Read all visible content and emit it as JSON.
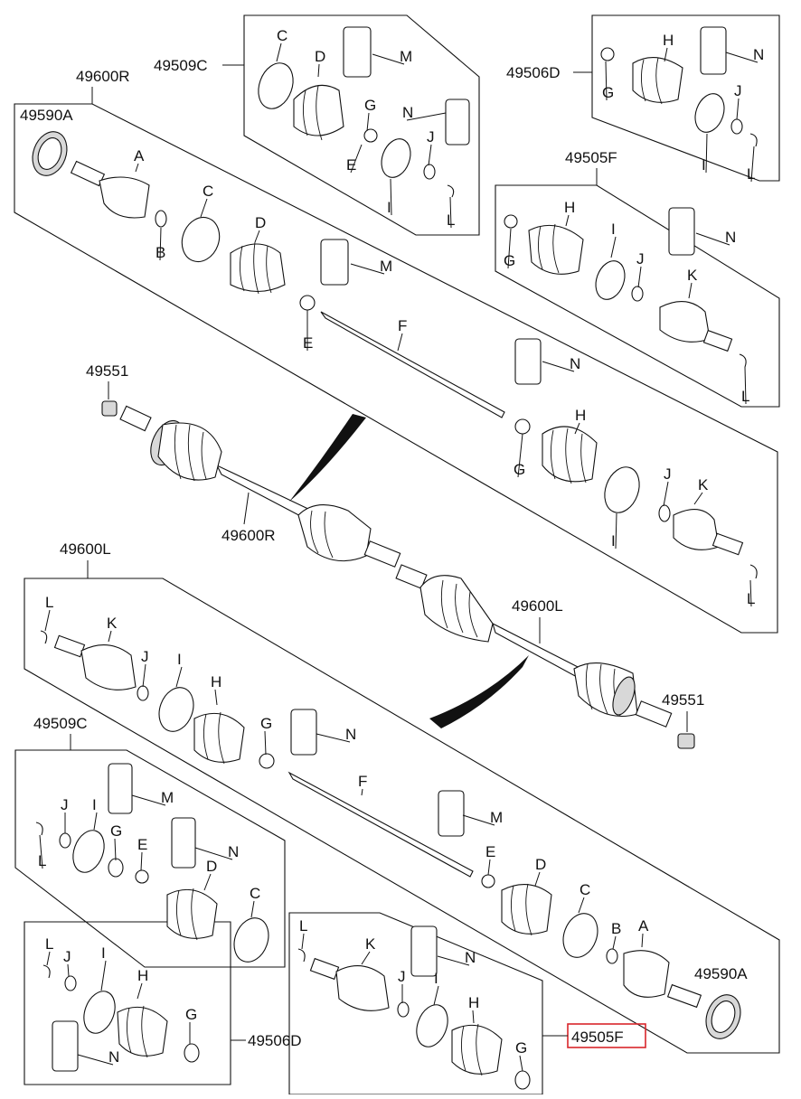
{
  "diagram": {
    "labels": {
      "code_49600R_top": "49600R",
      "code_49590A_top": "49590A",
      "code_49509C_top": "49509C",
      "code_49506D_top": "49506D",
      "code_49505F_top": "49505F",
      "code_49551_top": "49551",
      "code_49600R_mid": "49600R",
      "code_49600L_top": "49600L",
      "code_49600L_mid": "49600L",
      "code_49551_mid": "49551",
      "code_49509C_bottom": "49509C",
      "code_49590A_bottom": "49590A",
      "code_49506D_bottom": "49506D",
      "code_49505F_bottom": "49505F"
    },
    "highlight_color": "#d9262b",
    "letters": [
      "A",
      "B",
      "C",
      "D",
      "E",
      "F",
      "G",
      "H",
      "I",
      "J",
      "K",
      "L",
      "M",
      "N"
    ]
  }
}
